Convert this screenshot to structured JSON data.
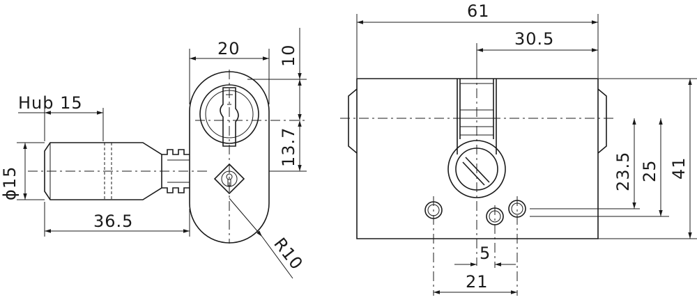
{
  "dimensions": {
    "hub": "Hub 15",
    "d15": "ϕ15",
    "d36_5": "36.5",
    "d20": "20",
    "d10": "10",
    "d13_7": "13.7",
    "r10": "R10",
    "d61": "61",
    "d30_5": "30.5",
    "d23_5": "23.5",
    "d25": "25",
    "d41": "41",
    "d5": "5",
    "d21": "21"
  },
  "colors": {
    "line": "#1a1a1a",
    "background": "#ffffff"
  }
}
